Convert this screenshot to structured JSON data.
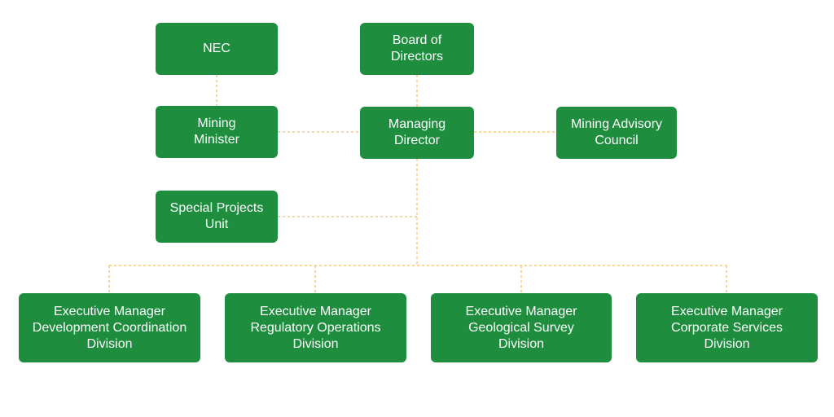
{
  "colors": {
    "node_fill": "#1e8e3e",
    "node_text": "#ffffff",
    "connector": "#f5c77a",
    "background": "#ffffff"
  },
  "nodes": {
    "nec": "NEC",
    "board": "Board of\nDirectors",
    "minister": "Mining\nMinister",
    "md": "Managing\nDirector",
    "advisory": "Mining Advisory\nCouncil",
    "spu": "Special Projects\nUnit",
    "dev": "Executive Manager\nDevelopment Coordination\nDivision",
    "reg": "Executive Manager\nRegulatory Operations\nDivision",
    "geo": "Executive Manager\nGeological Survey\nDivision",
    "corp": "Executive Manager\nCorporate Services\nDivision"
  }
}
